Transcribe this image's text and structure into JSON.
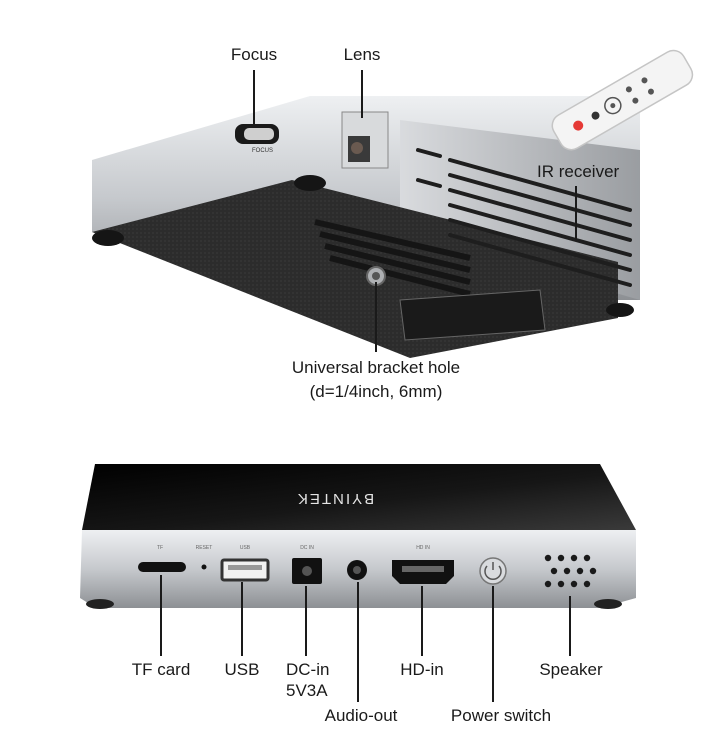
{
  "labels": {
    "focus": "Focus",
    "lens": "Lens",
    "ir_receiver": "IR receiver",
    "bracket_line1": "Universal bracket hole",
    "bracket_line2": "(d=1/4inch, 6mm)",
    "tf_card": "TF card",
    "usb": "USB",
    "dc_in_line1": "DC-in",
    "dc_in_line2": "5V3A",
    "audio_out": "Audio-out",
    "hd_in": "HD-in",
    "power_switch": "Power switch",
    "speaker": "Speaker"
  },
  "device_text": {
    "brand": "BYINTEK",
    "focus_engraving": "FOCUS",
    "port_tf": "TF",
    "port_reset": "RESET",
    "port_usb": "USB",
    "port_dc": "DC IN",
    "port_hd": "HD IN"
  },
  "colors": {
    "silver": "#c9cbce",
    "dark_panel": "#2b2b2b",
    "glass_top": "#111111",
    "label_line": "#1a1a1a"
  }
}
